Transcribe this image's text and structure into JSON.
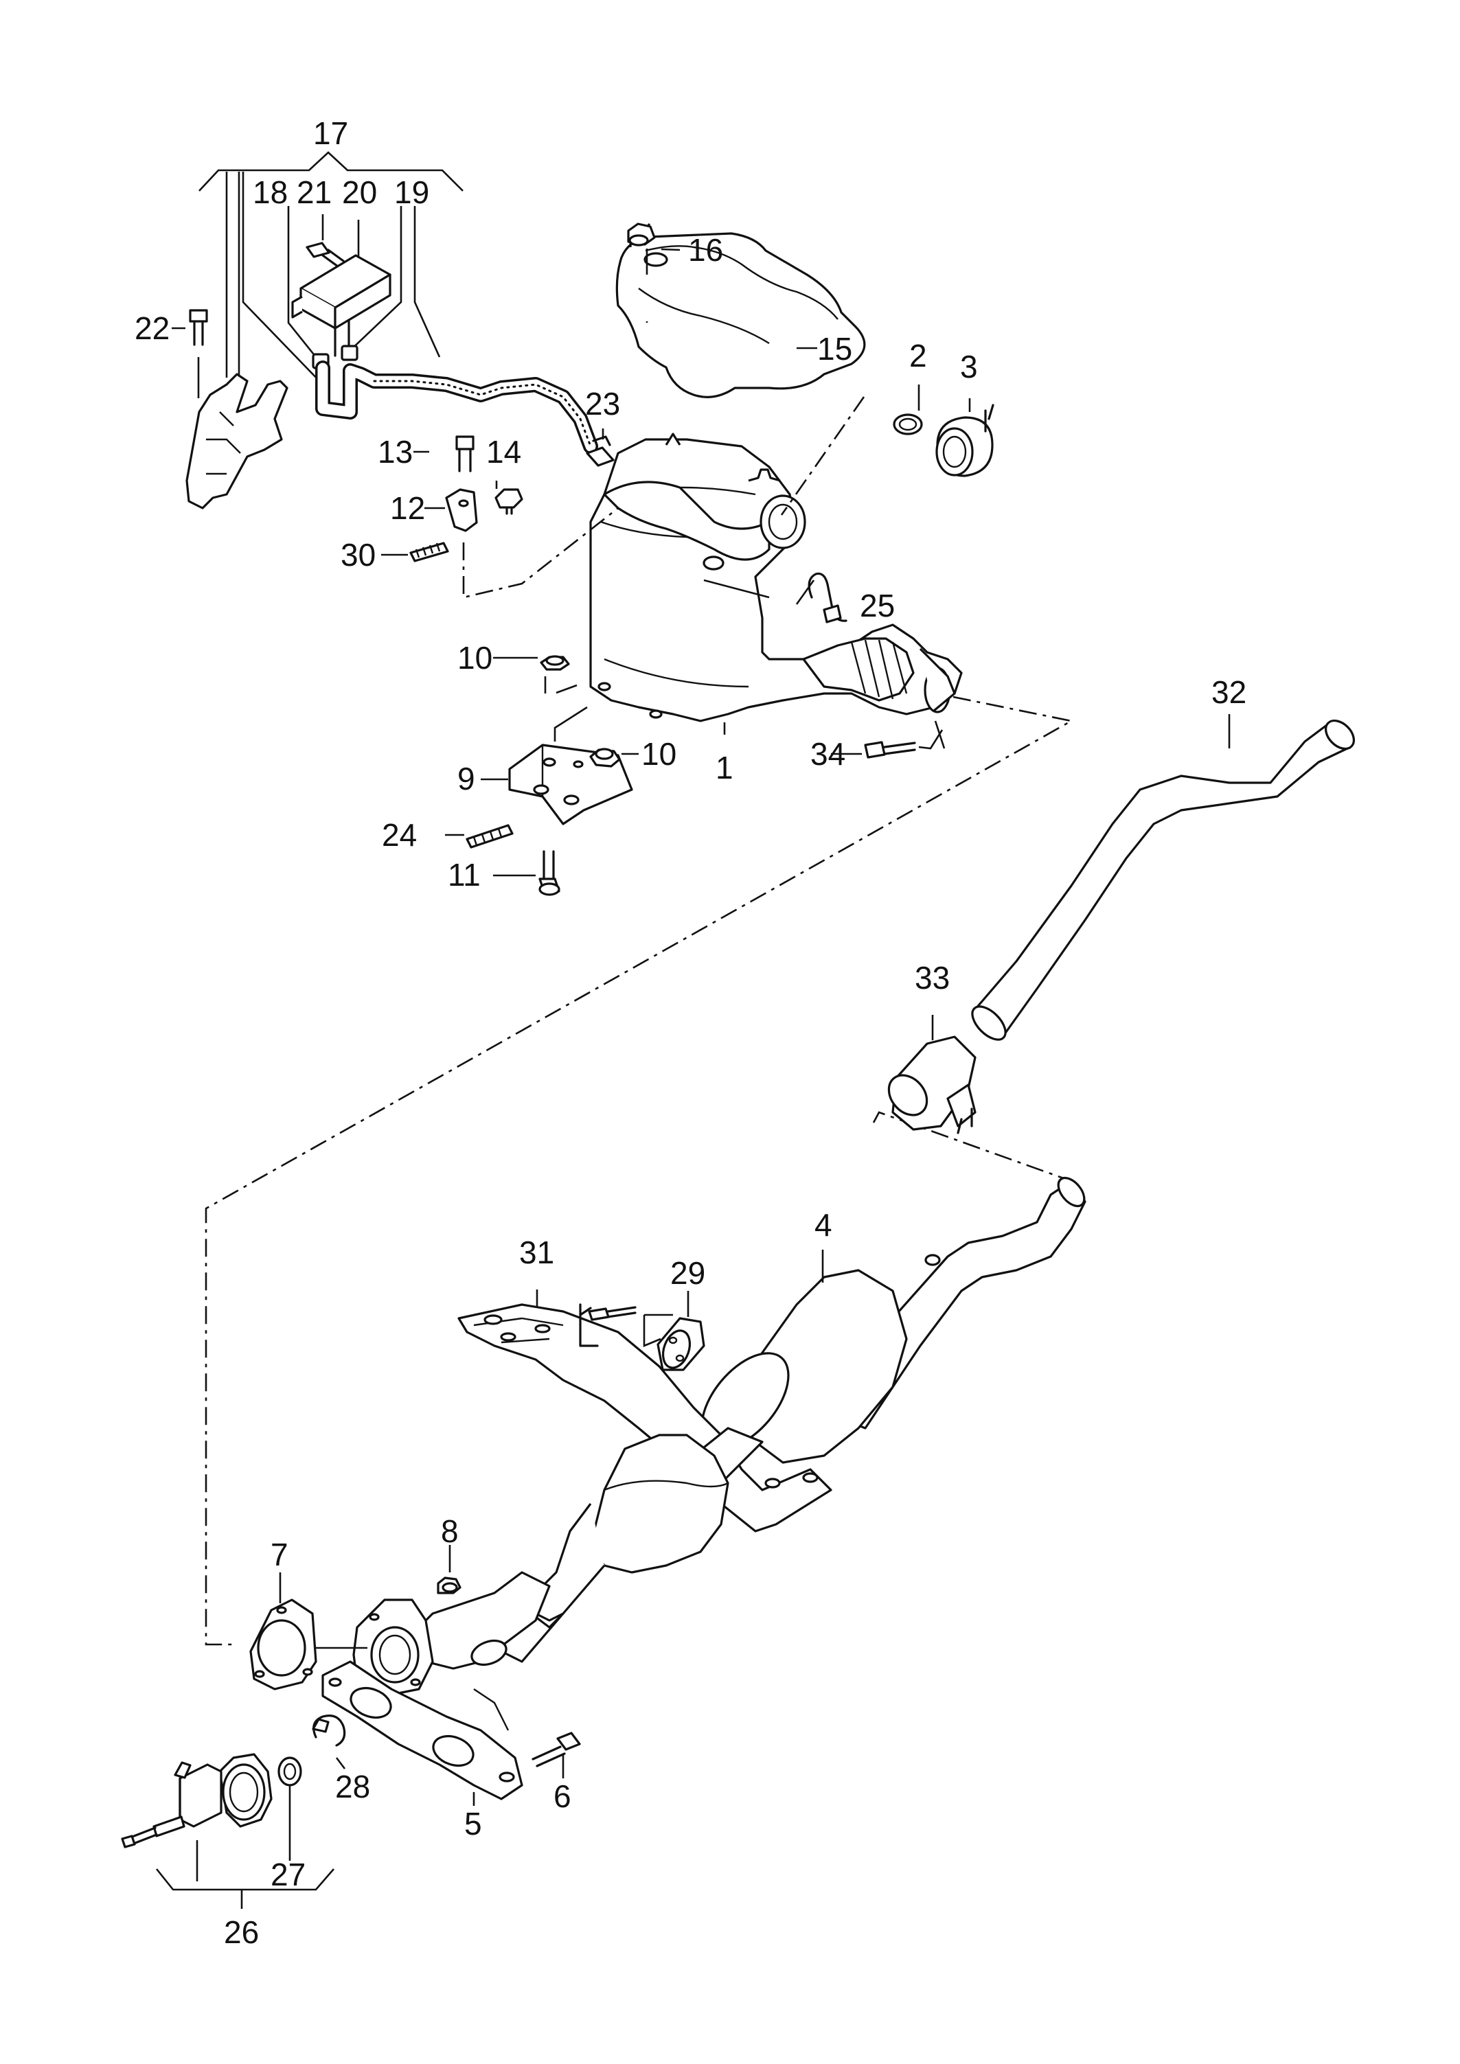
{
  "diagram": {
    "callouts": {
      "p1": "1",
      "p2": "2",
      "p3": "3",
      "p4": "4",
      "p5": "5",
      "p6": "6",
      "p7": "7",
      "p8": "8",
      "p9": "9",
      "p10a": "10",
      "p10b": "10",
      "p11": "11",
      "p12": "12",
      "p13": "13",
      "p14": "14",
      "p15": "15",
      "p16": "16",
      "p17": "17",
      "p18": "18",
      "p19": "19",
      "p20": "20",
      "p21": "21",
      "p22": "22",
      "p23": "23",
      "p24": "24",
      "p25": "25",
      "p26": "26",
      "p27": "27",
      "p28": "28",
      "p29": "29",
      "p30": "30",
      "p31": "31",
      "p32": "32",
      "p33": "33",
      "p34": "34"
    }
  }
}
